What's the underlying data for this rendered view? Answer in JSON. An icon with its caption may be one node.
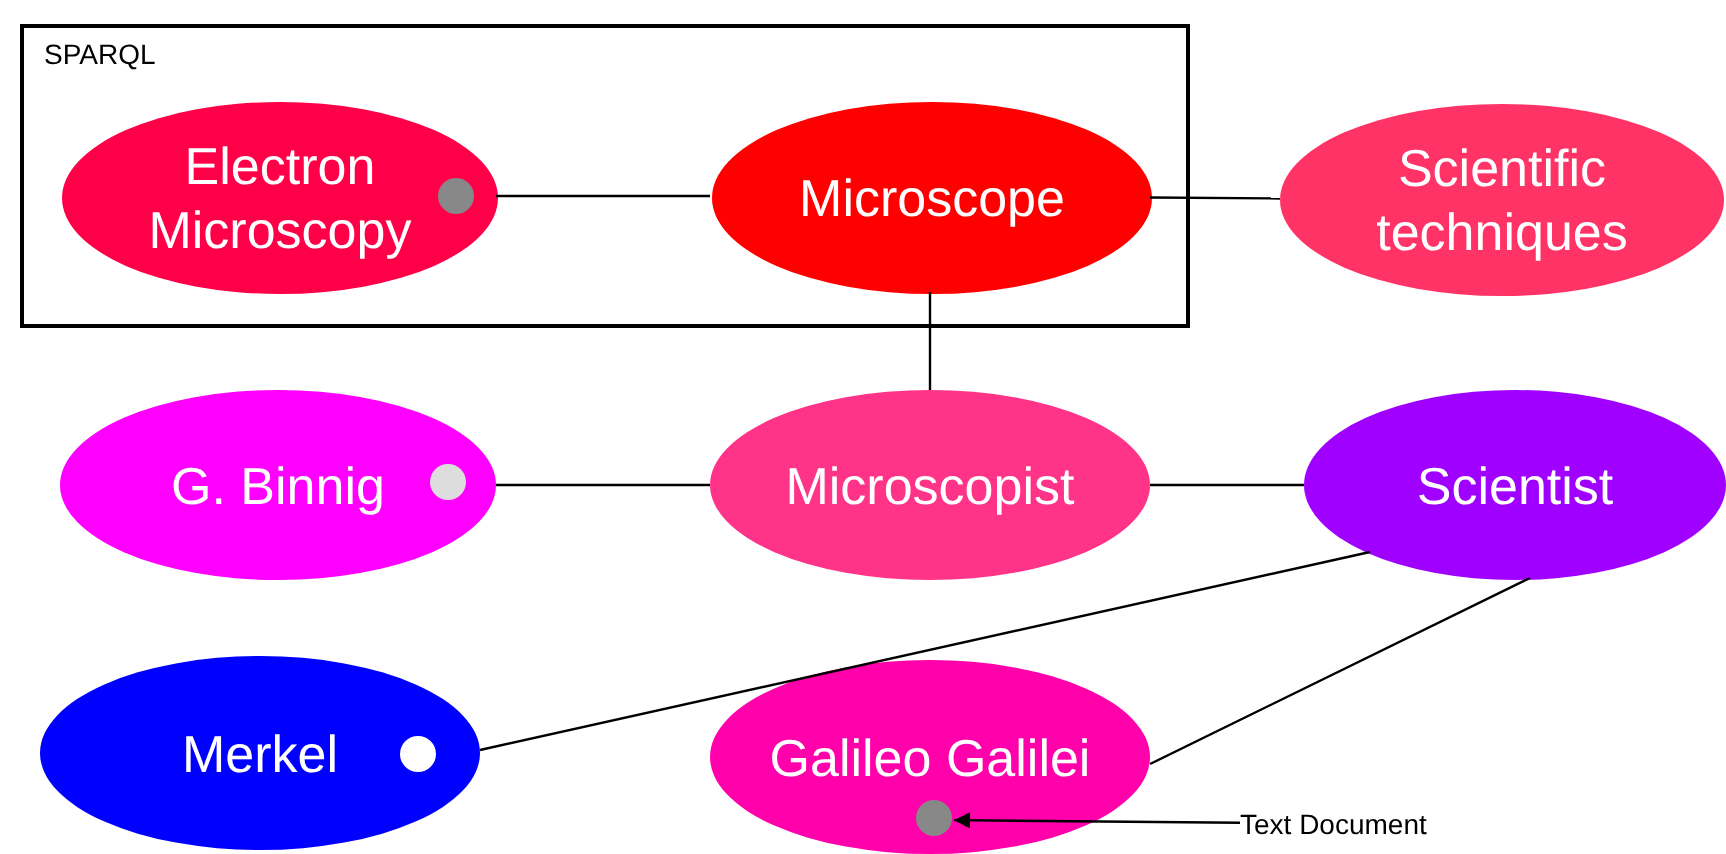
{
  "diagram": {
    "nodes": [
      {
        "text": [
          "SPARQL"
        ]
      },
      {
        "text": [
          "Electron Microscopy"
        ],
        "in": 0
      },
      {
        "text": [
          "Microscope"
        ],
        "in": 0
      },
      {
        "text": [
          "Scientific techniques"
        ]
      },
      {
        "text": [
          "G. Binnig"
        ]
      },
      {
        "text": [
          "Microscopist"
        ]
      },
      {
        "text": [
          "Scientist"
        ]
      },
      {
        "text": [
          "Merkel"
        ]
      },
      {
        "text": [
          "Galileo Galilei"
        ]
      },
      {
        "text": [],
        "shape": "circle",
        "in": 8
      },
      {
        "text": [
          "Text Document"
        ]
      }
    ],
    "edges": [
      {
        "from": 1,
        "to": 2,
        "arrow": "none"
      },
      {
        "from": 2,
        "to": 3,
        "arrow": "none"
      },
      {
        "from": 2,
        "to": 5,
        "arrow": "none"
      },
      {
        "from": 4,
        "to": 5,
        "arrow": "none"
      },
      {
        "from": 5,
        "to": 6,
        "arrow": "none"
      },
      {
        "from": 6,
        "to": 7,
        "arrow": "none"
      },
      {
        "from": 6,
        "to": 8,
        "arrow": "none"
      },
      {
        "from": 10,
        "to": 9,
        "arrow": "to"
      }
    ]
  }
}
